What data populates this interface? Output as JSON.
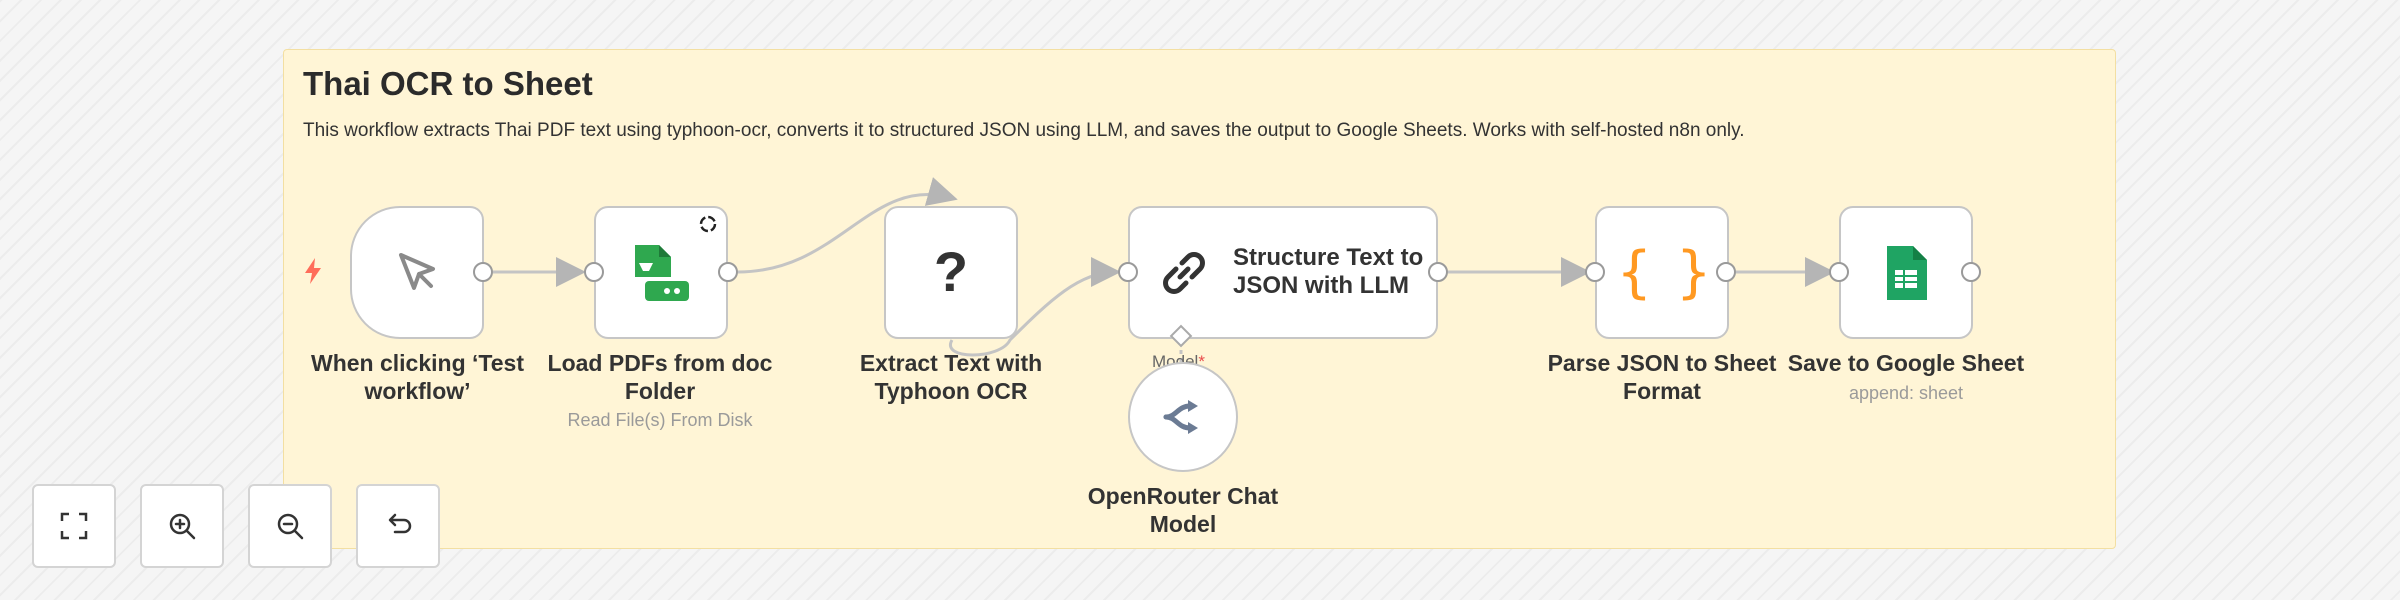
{
  "sticky": {
    "title": "Thai OCR to Sheet",
    "description": "This workflow extracts Thai PDF text using typhoon-ocr, converts it to structured JSON using LLM, and saves the output to Google Sheets. Works with self-hosted n8n only."
  },
  "nodes": {
    "trigger": {
      "label": "When clicking ‘Test workflow’",
      "icon": "cursor-icon"
    },
    "load_pdfs": {
      "label": "Load PDFs from doc Folder",
      "subtitle": "Read File(s) From Disk",
      "icon": "file-read-icon"
    },
    "extract_text": {
      "label": "Extract Text with Typhoon OCR",
      "icon": "question-mark-icon"
    },
    "structure_text": {
      "label": "Structure Text to JSON with LLM",
      "icon": "link-chain-icon",
      "model_port_label": "Model",
      "model_port_required": "*"
    },
    "openrouter": {
      "label": "OpenRouter Chat Model",
      "icon": "openrouter-icon"
    },
    "parse_json": {
      "label": "Parse JSON to Sheet Format",
      "icon": "code-braces-icon",
      "icon_text": "{ }"
    },
    "save_sheet": {
      "label": "Save to Google Sheet",
      "subtitle": "append: sheet",
      "icon": "google-sheets-icon"
    }
  },
  "controls": {
    "fit_view": "fullscreen-icon",
    "zoom_in": "zoom-in-icon",
    "zoom_out": "zoom-out-icon",
    "reset": "undo-icon"
  },
  "colors": {
    "sticky_bg": "#fff5d6",
    "trigger_bolt": "#ff6d5a",
    "read_file_green": "#2fa84f",
    "code_orange": "#ff9922",
    "sheets_green": "#1fa463",
    "openrouter_slate": "#6b7b94"
  }
}
